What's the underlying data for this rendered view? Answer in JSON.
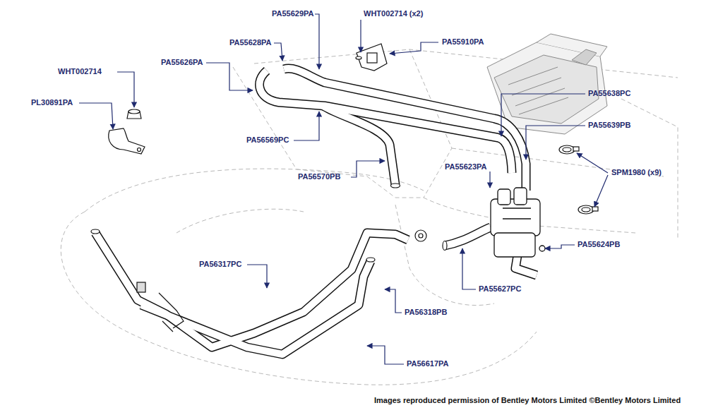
{
  "diagram": {
    "labels": [
      "PA55629PA",
      "WHT002714 (x2)",
      "PA55628PA",
      "PA55910PA",
      "PA55626PA",
      "WHT002714",
      "PL30891PA",
      "PA55638PC",
      "PA55639PB",
      "PA56569PC",
      "SPM1980 (x9)",
      "PA56570PB",
      "PA55623PA",
      "PA55624PB",
      "PA56317PC",
      "PA55627PC",
      "PA56318PB",
      "PA56617PA",
      "Images reproduced permission of Bentley Motors Limited ©Bentley Motors Limited"
    ]
  }
}
